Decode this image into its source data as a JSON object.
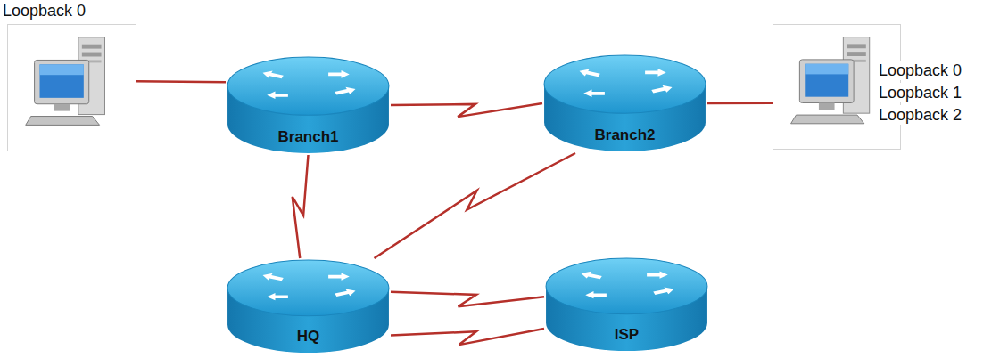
{
  "diagram": {
    "nodes": [
      {
        "text": [
          "Loopback 0"
        ]
      },
      {
        "text": [
          "Branch1"
        ]
      },
      {
        "text": [
          "Branch2"
        ]
      },
      {
        "text": [
          "Loopback 0",
          "Loopback 1",
          "Loopback 2"
        ]
      },
      {
        "text": [
          "HQ"
        ]
      },
      {
        "text": [
          "ISP"
        ]
      }
    ],
    "edges": [
      {
        "from": 0,
        "to": 1,
        "arrow": "none"
      },
      {
        "from": 1,
        "to": 2,
        "arrow": "none"
      },
      {
        "from": 1,
        "to": 4,
        "arrow": "none"
      },
      {
        "from": 2,
        "to": 4,
        "arrow": "none"
      },
      {
        "from": 2,
        "to": 3,
        "arrow": "none"
      },
      {
        "from": 4,
        "to": 5,
        "arrow": "none"
      },
      {
        "from": 4,
        "to": 5,
        "arrow": "none"
      }
    ]
  }
}
